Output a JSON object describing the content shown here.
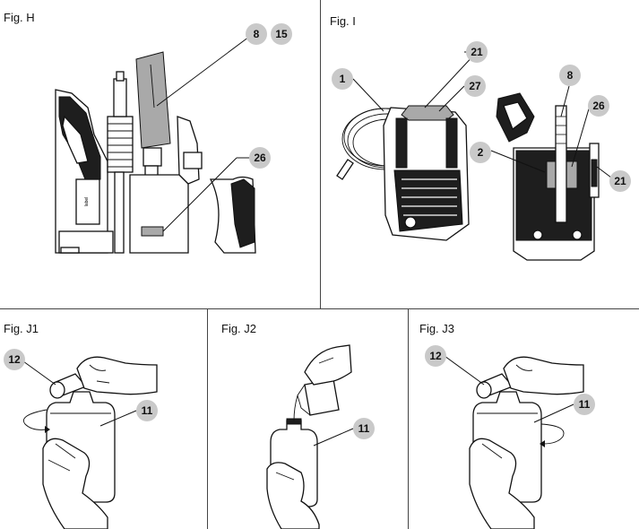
{
  "figures": {
    "fig_h": {
      "label": "Fig. H",
      "callouts": [
        "8",
        "15",
        "26"
      ]
    },
    "fig_i": {
      "label": "Fig. I",
      "callouts": [
        "1",
        "21",
        "27",
        "8",
        "26",
        "2",
        "21"
      ]
    },
    "fig_j1": {
      "label": "Fig. J1",
      "callouts": [
        "12",
        "11"
      ]
    },
    "fig_j2": {
      "label": "Fig. J2",
      "callouts": [
        "11"
      ]
    },
    "fig_j3": {
      "label": "Fig. J3",
      "callouts": [
        "12",
        "11"
      ]
    }
  },
  "colors": {
    "line": "#111111",
    "callout_fill": "#c9c9c9",
    "divider": "#444444"
  }
}
